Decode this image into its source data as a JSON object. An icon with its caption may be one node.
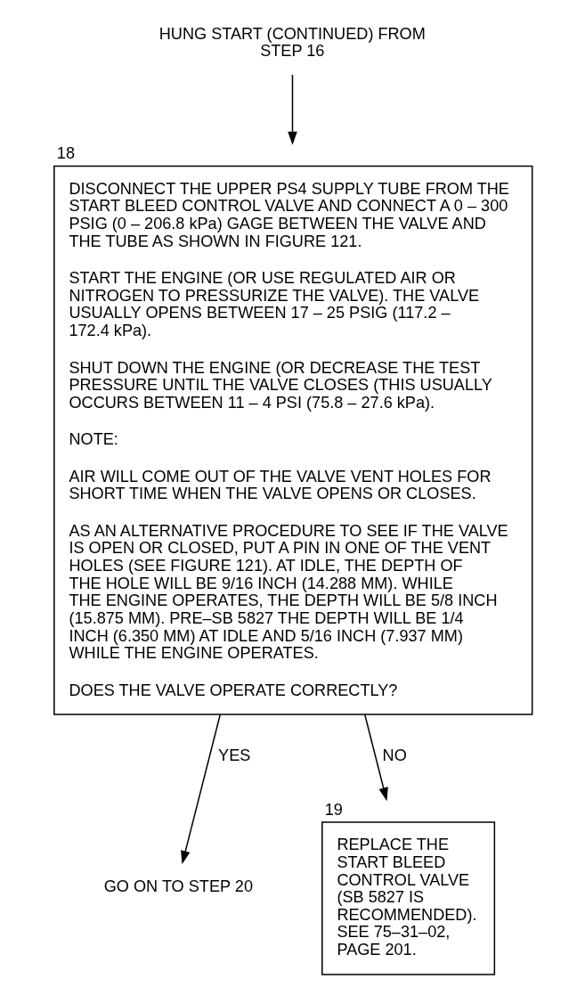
{
  "diagram": {
    "nodes": [
      {
        "text": [
          "HUNG START (CONTINUED) FROM STEP 16"
        ]
      },
      {
        "text": [
          "DISCONNECT THE UPPER PS4 SUPPLY TUBE FROM THE START BLEED CONTROL VALVE AND CONNECT A 0 – 300 PSIG (0 – 206.8 kPa) GAGE BETWEEN THE VALVE AND THE TUBE AS SHOWN IN FIGURE 121.",
          "START THE ENGINE (OR USE REGULATED AIR OR NITROGEN TO PRESSURIZE THE VALVE). THE VALVE USUALLY OPENS BETWEEN 17 – 25 PSIG (117.2 – 172.4 kPa).",
          "SHUT DOWN THE ENGINE (OR DECREASE THE TEST PRESSURE UNTIL THE VALVE CLOSES (THIS USUALLY OCCURS BETWEEN 11 – 4 PSI (75.8 – 27.6 kPa).",
          "NOTE:",
          "AIR WILL COME OUT OF THE VALVE VENT HOLES FOR SHORT TIME WHEN THE VALVE OPENS OR CLOSES.",
          "AS AN ALTERNATIVE PROCEDURE TO SEE IF THE VALVE IS OPEN OR CLOSED, PUT A PIN IN ONE OF THE VENT HOLES (SEE FIGURE 121). AT IDLE, THE DEPTH OF THE HOLE WILL BE 9/16 INCH (14.288 MM). WHILE THE ENGINE OPERATES, THE DEPTH WILL BE 5/8 INCH (15.875 MM). PRE–SB 5827 THE DEPTH WILL BE 1/4 INCH (6.350 MM) AT IDLE AND 5/16 INCH (7.937 MM) WHILE THE ENGINE OPERATES.",
          "DOES THE VALVE OPERATE CORRECTLY?"
        ],
        "beside": [
          "18"
        ]
      },
      {
        "text": [
          "GO ON TO STEP 20"
        ]
      },
      {
        "text": [
          "REPLACE THE START BLEED CONTROL VALVE (SB 5827 IS RECOMMENDED). SEE 75–31–02, PAGE 201."
        ],
        "beside": [
          "19"
        ]
      }
    ],
    "edges": [
      {
        "from": 0,
        "to": 1,
        "arrow": "to"
      },
      {
        "from": 1,
        "to": 2,
        "arrow": "to",
        "label": "YES"
      },
      {
        "from": 1,
        "to": 3,
        "arrow": "to",
        "label": "NO"
      }
    ]
  }
}
